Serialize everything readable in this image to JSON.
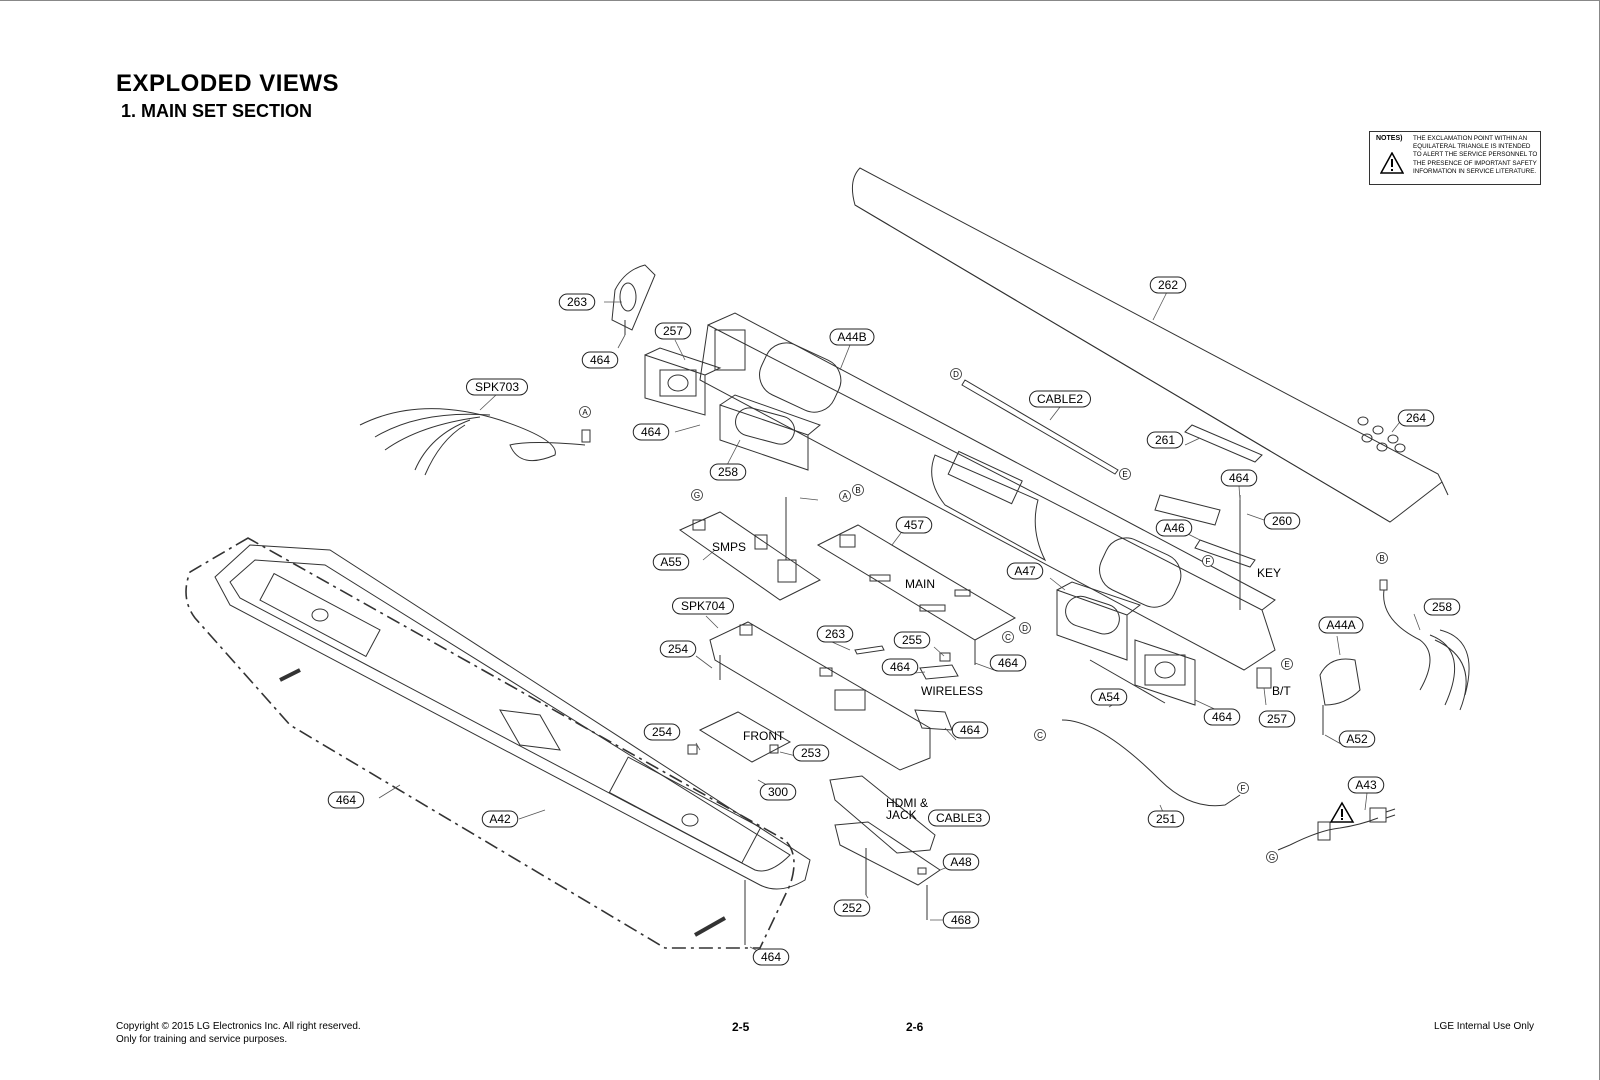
{
  "header": {
    "title": "EXPLODED VIEWS",
    "subtitle": "1. MAIN SET SECTION"
  },
  "notes": {
    "label": "NOTES)",
    "text": "THE EXCLAMATION POINT WITHIN AN EQUILATERAL TRIANGLE IS INTENDED TO ALERT THE SERVICE PERSONNEL TO THE PRESENCE OF IMPORTANT SAFETY INFORMATION IN SERVICE LITERATURE."
  },
  "callouts": [
    {
      "id": "263",
      "name": "callout-263-top"
    },
    {
      "id": "464",
      "name": "callout-464-a"
    },
    {
      "id": "257",
      "name": "callout-257-left"
    },
    {
      "id": "A44B",
      "name": "callout-a44b"
    },
    {
      "id": "262",
      "name": "callout-262"
    },
    {
      "id": "SPK703",
      "name": "callout-spk703"
    },
    {
      "id": "464",
      "name": "callout-464-b"
    },
    {
      "id": "258",
      "name": "callout-258-left"
    },
    {
      "id": "CABLE2",
      "name": "callout-cable2"
    },
    {
      "id": "264",
      "name": "callout-264"
    },
    {
      "id": "261",
      "name": "callout-261"
    },
    {
      "id": "464",
      "name": "callout-464-c"
    },
    {
      "id": "260",
      "name": "callout-260"
    },
    {
      "id": "457",
      "name": "callout-457"
    },
    {
      "id": "A46",
      "name": "callout-a46"
    },
    {
      "id": "A55",
      "name": "callout-a55"
    },
    {
      "id": "A47",
      "name": "callout-a47"
    },
    {
      "id": "258",
      "name": "callout-258-right"
    },
    {
      "id": "SPK704",
      "name": "callout-spk704"
    },
    {
      "id": "A44A",
      "name": "callout-a44a"
    },
    {
      "id": "263",
      "name": "callout-263-right"
    },
    {
      "id": "255",
      "name": "callout-255"
    },
    {
      "id": "254",
      "name": "callout-254-a"
    },
    {
      "id": "464",
      "name": "callout-464-d"
    },
    {
      "id": "464",
      "name": "callout-464-e"
    },
    {
      "id": "A54",
      "name": "callout-a54"
    },
    {
      "id": "464",
      "name": "callout-464-f"
    },
    {
      "id": "257",
      "name": "callout-257-right"
    },
    {
      "id": "A52",
      "name": "callout-a52"
    },
    {
      "id": "464",
      "name": "callout-464-g"
    },
    {
      "id": "254",
      "name": "callout-254-b"
    },
    {
      "id": "253",
      "name": "callout-253"
    },
    {
      "id": "A43",
      "name": "callout-a43"
    },
    {
      "id": "300",
      "name": "callout-300"
    },
    {
      "id": "464",
      "name": "callout-464-h"
    },
    {
      "id": "A42",
      "name": "callout-a42"
    },
    {
      "id": "251",
      "name": "callout-251"
    },
    {
      "id": "CABLE3",
      "name": "callout-cable3"
    },
    {
      "id": "A48",
      "name": "callout-a48"
    },
    {
      "id": "252",
      "name": "callout-252"
    },
    {
      "id": "468",
      "name": "callout-468"
    },
    {
      "id": "464",
      "name": "callout-464-i"
    },
    {
      "id": "464",
      "name": "callout-464-j"
    }
  ],
  "connectors": [
    "A",
    "B",
    "C",
    "D",
    "E",
    "F",
    "G"
  ],
  "labels": {
    "smps": "SMPS",
    "main": "MAIN",
    "key": "KEY",
    "wireless": "WIRELESS",
    "bt": "B/T",
    "front": "FRONT",
    "hdmi_line1": "HDMI &",
    "hdmi_line2": "JACK"
  },
  "footer": {
    "copyright_line1": "Copyright © 2015 LG Electronics Inc. All right reserved.",
    "copyright_line2": "Only for training and service purposes.",
    "page_left": "2-5",
    "page_right": "2-6",
    "internal": "LGE Internal Use Only"
  }
}
